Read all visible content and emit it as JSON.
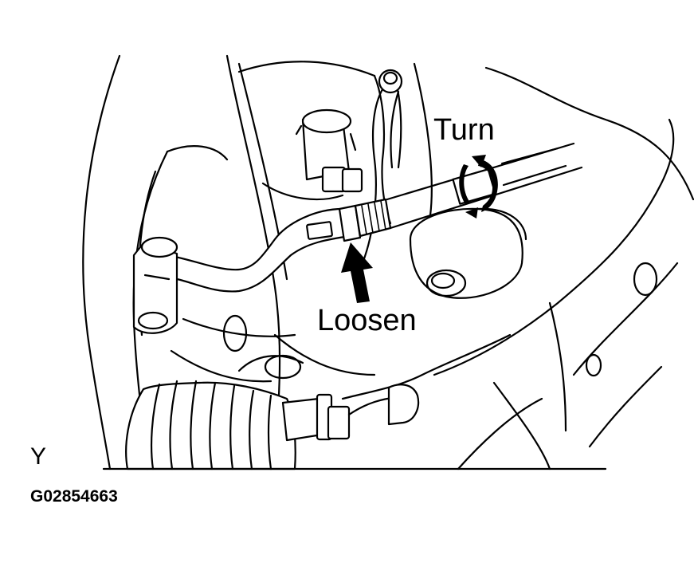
{
  "annotations": {
    "turn": "Turn",
    "loosen": "Loosen"
  },
  "corner_letter": "Y",
  "figure_id": "G02854663",
  "colors": {
    "ink": "#000000",
    "background": "#ffffff"
  },
  "icons": {
    "turn_arrow": "curved-rotation-arrow-icon",
    "loosen_arrow": "up-arrow-icon"
  }
}
